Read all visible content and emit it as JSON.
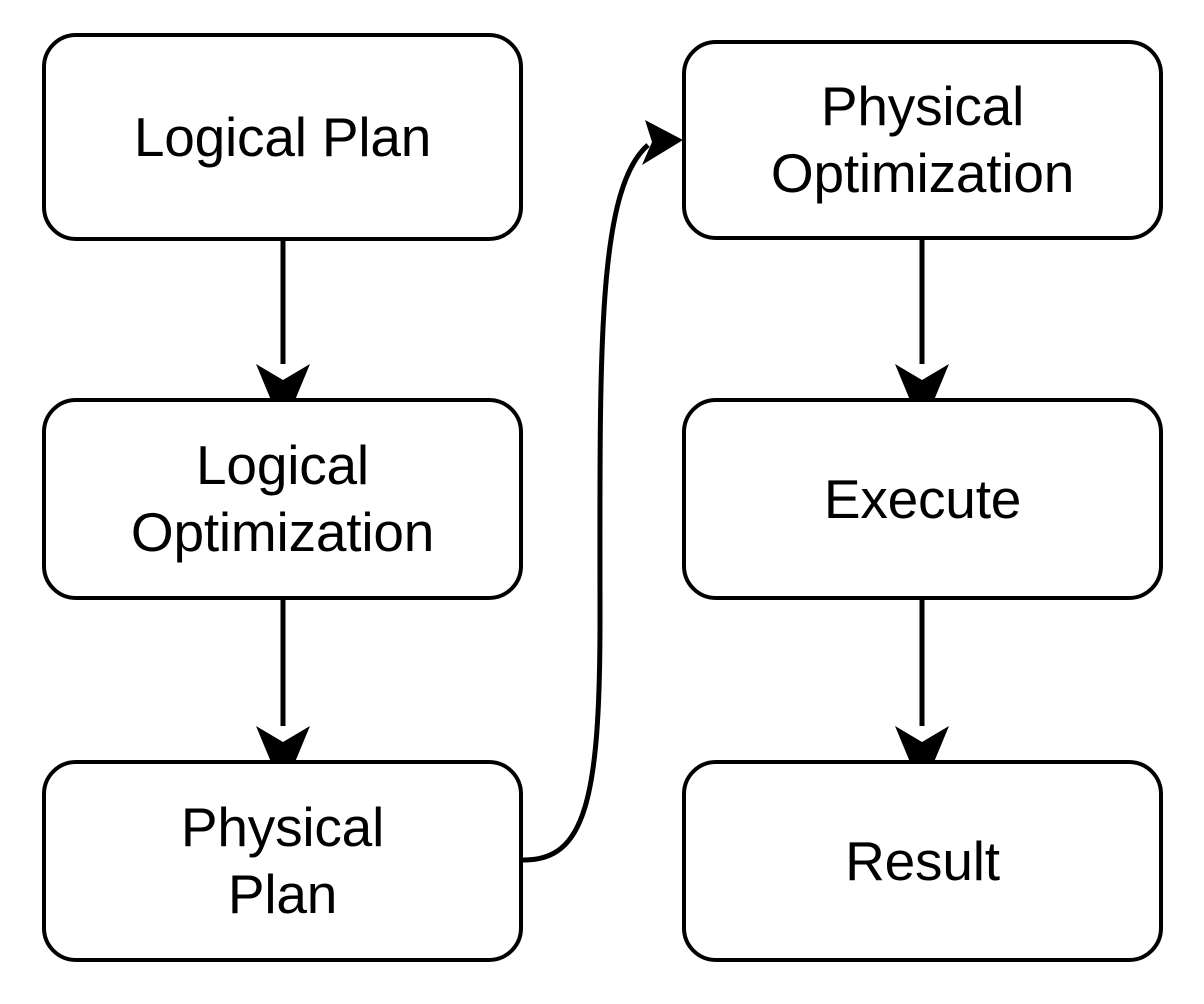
{
  "diagram": {
    "type": "flowchart",
    "orientation": "two-column",
    "background_color": "#ffffff",
    "stroke_color": "#000000",
    "nodes": [
      {
        "id": "logical-plan",
        "label": "Logical Plan",
        "column": "left",
        "order": 1
      },
      {
        "id": "logical-optimization",
        "label": "Logical\nOptimization",
        "column": "left",
        "order": 2
      },
      {
        "id": "physical-plan",
        "label": "Physical\nPlan",
        "column": "left",
        "order": 3
      },
      {
        "id": "physical-optimization",
        "label": "Physical\nOptimization",
        "column": "right",
        "order": 4
      },
      {
        "id": "execute",
        "label": "Execute",
        "column": "right",
        "order": 5
      },
      {
        "id": "result",
        "label": "Result",
        "column": "right",
        "order": 6
      }
    ],
    "edges": [
      {
        "id": "edge-1",
        "from": "logical-plan",
        "to": "logical-optimization",
        "style": "straight-down"
      },
      {
        "id": "edge-2",
        "from": "logical-optimization",
        "to": "physical-plan",
        "style": "straight-down"
      },
      {
        "id": "edge-3",
        "from": "physical-plan",
        "to": "physical-optimization",
        "style": "curved"
      },
      {
        "id": "edge-4",
        "from": "physical-optimization",
        "to": "execute",
        "style": "straight-down"
      },
      {
        "id": "edge-5",
        "from": "execute",
        "to": "result",
        "style": "straight-down"
      }
    ]
  }
}
